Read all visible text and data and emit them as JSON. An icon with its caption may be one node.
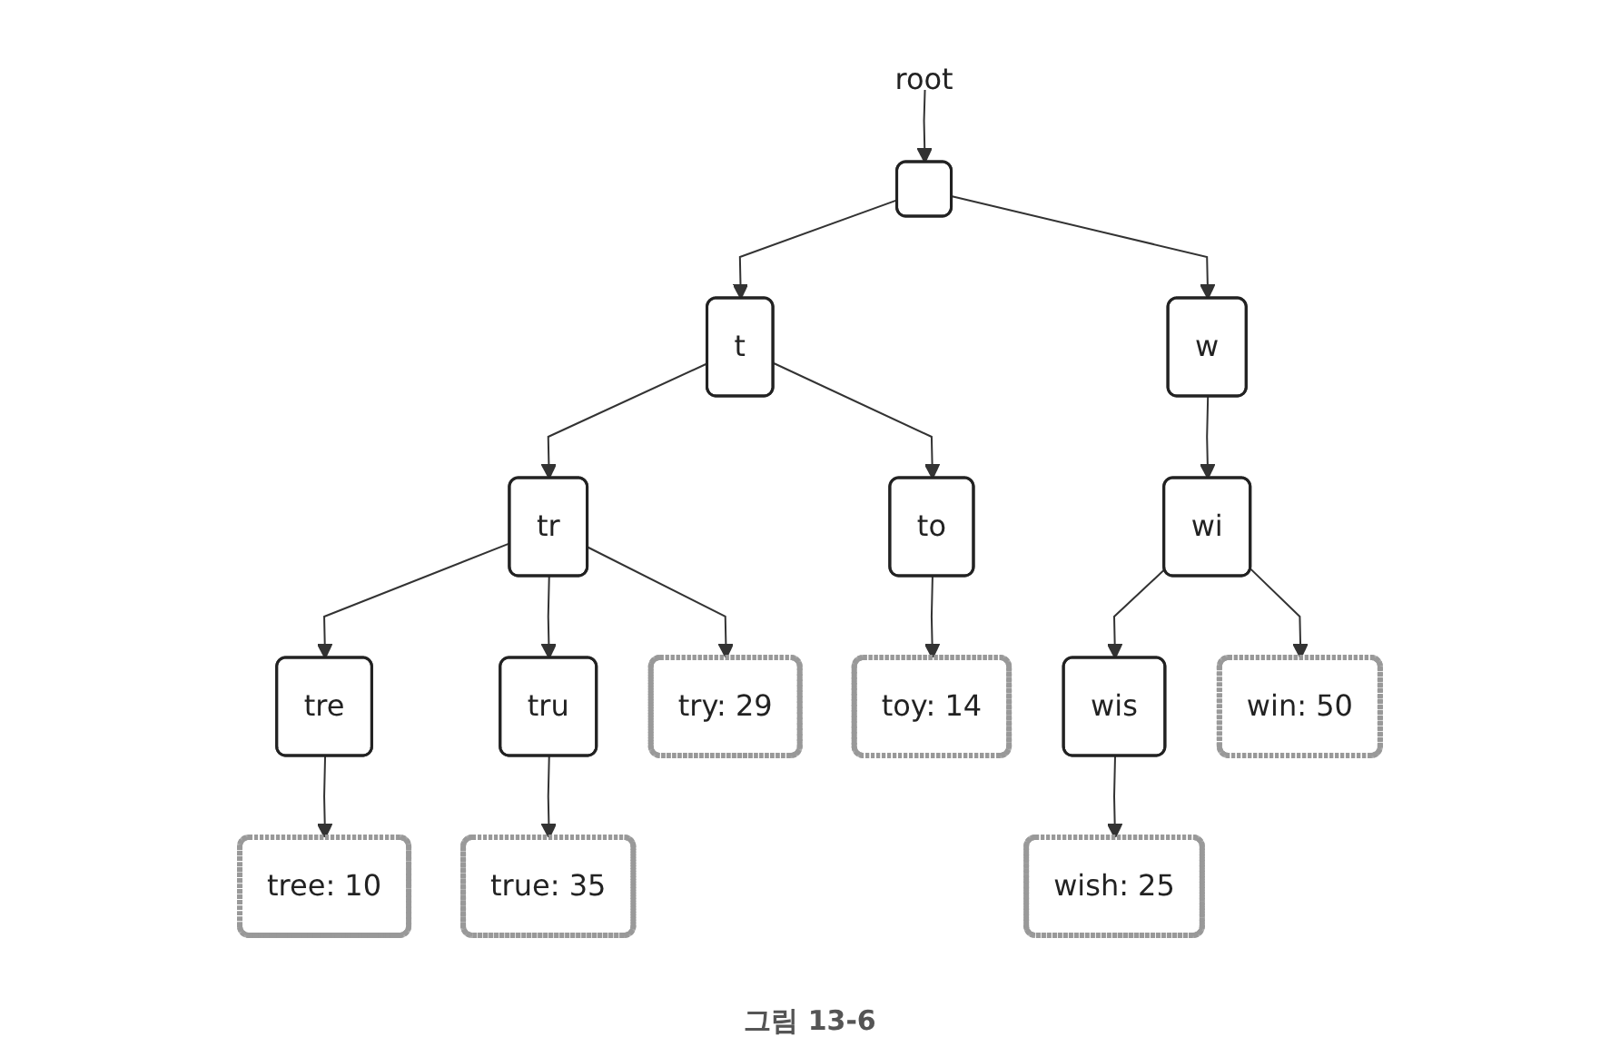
{
  "diagram": {
    "caption": "그림 13-6",
    "nodes": [
      {
        "text": [],
        "shape": "box"
      },
      {
        "text": [
          "root"
        ]
      },
      {
        "text": [
          "t"
        ]
      },
      {
        "text": [
          "w"
        ]
      },
      {
        "text": [
          "tr"
        ]
      },
      {
        "text": [
          "to"
        ]
      },
      {
        "text": [
          "wi"
        ]
      },
      {
        "text": [
          "tre"
        ]
      },
      {
        "text": [
          "tru"
        ]
      },
      {
        "text": [
          "try: 29"
        ]
      },
      {
        "text": [
          "toy: 14"
        ]
      },
      {
        "text": [
          "wis"
        ]
      },
      {
        "text": [
          "win: 50"
        ]
      },
      {
        "text": [
          "tree: 10"
        ]
      },
      {
        "text": [
          "true: 35"
        ]
      },
      {
        "text": [
          "wish: 25"
        ]
      }
    ],
    "edges": [
      {
        "from": 1,
        "to": 0,
        "arrow": "to"
      },
      {
        "from": 0,
        "to": 2,
        "arrow": "to"
      },
      {
        "from": 0,
        "to": 3,
        "arrow": "to"
      },
      {
        "from": 2,
        "to": 4,
        "arrow": "to"
      },
      {
        "from": 2,
        "to": 5,
        "arrow": "to"
      },
      {
        "from": 3,
        "to": 6,
        "arrow": "to"
      },
      {
        "from": 4,
        "to": 7,
        "arrow": "to"
      },
      {
        "from": 4,
        "to": 8,
        "arrow": "to"
      },
      {
        "from": 4,
        "to": 9,
        "arrow": "to"
      },
      {
        "from": 5,
        "to": 10,
        "arrow": "to"
      },
      {
        "from": 6,
        "to": 11,
        "arrow": "to"
      },
      {
        "from": 6,
        "to": 12,
        "arrow": "to"
      },
      {
        "from": 7,
        "to": 13,
        "arrow": "to"
      },
      {
        "from": 8,
        "to": 14,
        "arrow": "to"
      },
      {
        "from": 11,
        "to": 15,
        "arrow": "to"
      }
    ]
  }
}
